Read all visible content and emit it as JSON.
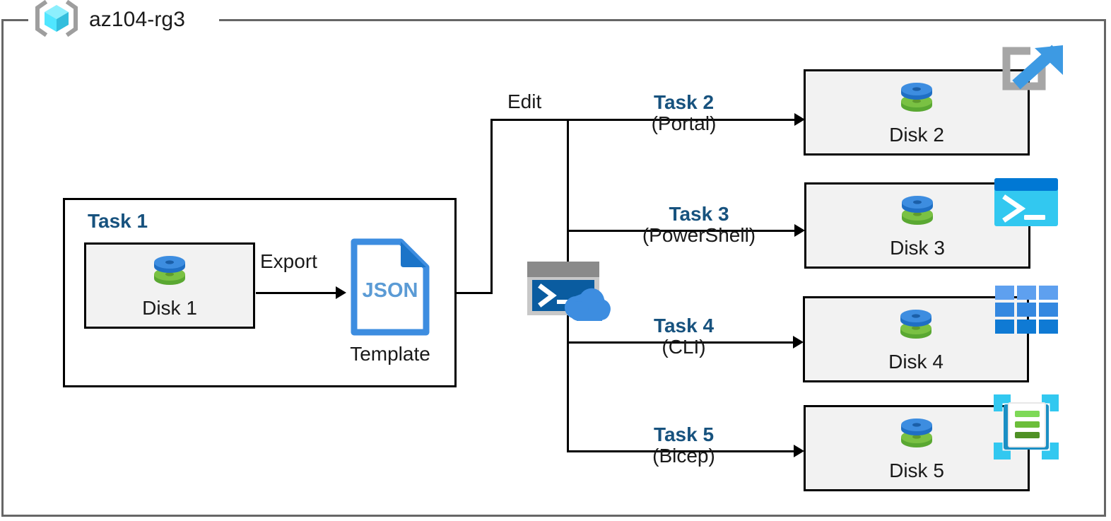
{
  "diagram": {
    "type": "azure-architecture-flow",
    "resource_group": {
      "name": "az104-rg3",
      "icon": "resource-group-cube-icon"
    },
    "frame_border_color": "#666666",
    "accent_color": "#17527e",
    "box_fill_color": "#f2f2f2"
  },
  "task1": {
    "label": "Task 1",
    "disk": {
      "label": "Disk 1",
      "icon": "disk-icon"
    },
    "export_label": "Export",
    "template": {
      "label": "Template",
      "badge": "JSON",
      "icon": "json-document-icon"
    }
  },
  "edit": {
    "label": "Edit",
    "shell": {
      "icon": "cloud-shell-icon"
    }
  },
  "branches": [
    {
      "task": "Task 2",
      "method": "(Portal)",
      "target": {
        "label": "Disk 2",
        "icon": "disk-icon"
      },
      "tool_icon": "azure-portal-icon"
    },
    {
      "task": "Task 3",
      "method": "(PowerShell)",
      "target": {
        "label": "Disk 3",
        "icon": "disk-icon"
      },
      "tool_icon": "powershell-icon"
    },
    {
      "task": "Task 4",
      "method": "(CLI)",
      "target": {
        "label": "Disk 4",
        "icon": "disk-icon"
      },
      "tool_icon": "azure-cli-grid-icon"
    },
    {
      "task": "Task 5",
      "method": "(Bicep)",
      "target": {
        "label": "Disk 5",
        "icon": "disk-icon"
      },
      "tool_icon": "bicep-icon"
    }
  ]
}
